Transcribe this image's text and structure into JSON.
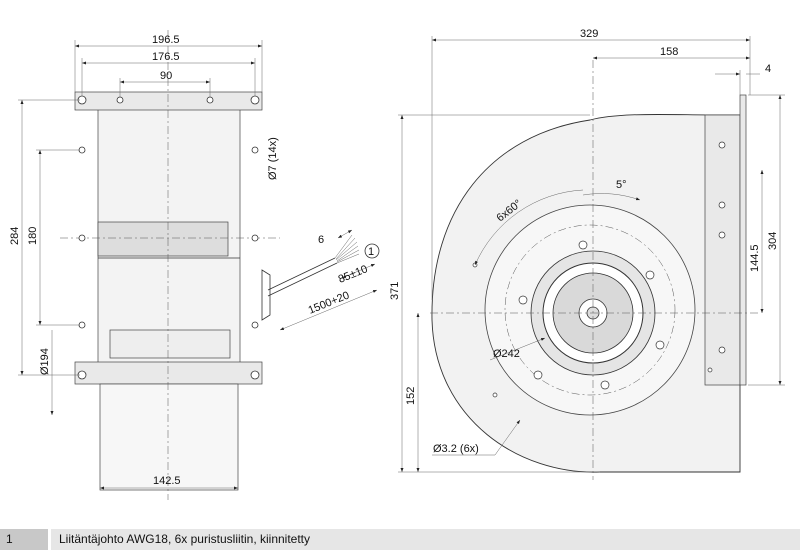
{
  "front_view": {
    "dims": {
      "w1": "196.5",
      "w2": "176.5",
      "w3": "90",
      "h1": "284",
      "h2": "180",
      "dia": "Ø194",
      "holes": "Ø7 (14x)",
      "bottom": "142.5"
    },
    "cable": {
      "strip": "6",
      "strip_len": "85±10",
      "cable_len": "1500+20",
      "callout": "1"
    }
  },
  "side_view": {
    "dims": {
      "width": "329",
      "half": "158",
      "flange": "4",
      "height": "371",
      "lower": "152",
      "right_h": "304",
      "right_h2": "144.5",
      "dia": "Ø242",
      "holes": "Ø3.2 (6x)",
      "angle": "6x60°",
      "offset_angle": "5°"
    }
  },
  "legend": [
    {
      "num": "1",
      "text": "Liitäntäjohto AWG18, 6x puristusliitin, kiinnitetty"
    }
  ]
}
